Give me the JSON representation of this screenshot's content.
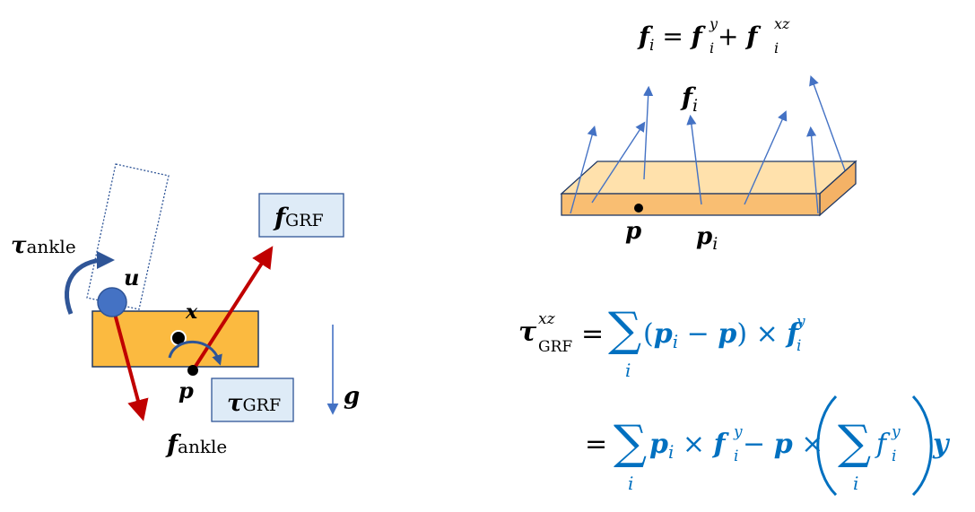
{
  "colors": {
    "foot": "#FBBA40",
    "joint": "#4472C4",
    "force": "#C00000",
    "equation": "#0070C0",
    "box_fill": "#DEEBF7",
    "box_stroke": "#2F5597"
  },
  "left": {
    "tau_ankle": {
      "sym": "τ",
      "sub": "ankle"
    },
    "u": "u",
    "x": "x",
    "p": "p",
    "g": "g",
    "f_grf": {
      "sym": "f",
      "sub": "GRF"
    },
    "tau_grf": {
      "sym": "τ",
      "sub": "GRF"
    },
    "f_ankle": {
      "sym": "f",
      "sub": "ankle"
    }
  },
  "right": {
    "top_eq": {
      "f": "f",
      "i": "i",
      "eq": " = ",
      "plus": " + ",
      "y": "y",
      "xz": "xz"
    },
    "f_i": {
      "sym": "f",
      "sub": "i"
    },
    "p": "p",
    "p_i": {
      "sym": "p",
      "sub": "i"
    },
    "eq1": {
      "lhs_sym": "τ",
      "lhs_sup": "xz",
      "lhs_sub": "GRF",
      "eq": "=",
      "sum": "∑",
      "sum_idx": "i",
      "open": "(",
      "p": "p",
      "i": "i",
      "minus": " − ",
      "close": ")",
      "times": " × ",
      "f": "f",
      "y": "y"
    },
    "eq2": {
      "eq": "=",
      "sum": "∑",
      "sum_idx": "i",
      "p": "p",
      "i": "i",
      "times": " × ",
      "f": "f",
      "y": "y",
      "minus": " − ",
      "fs": "f",
      "yvec": "y"
    }
  }
}
